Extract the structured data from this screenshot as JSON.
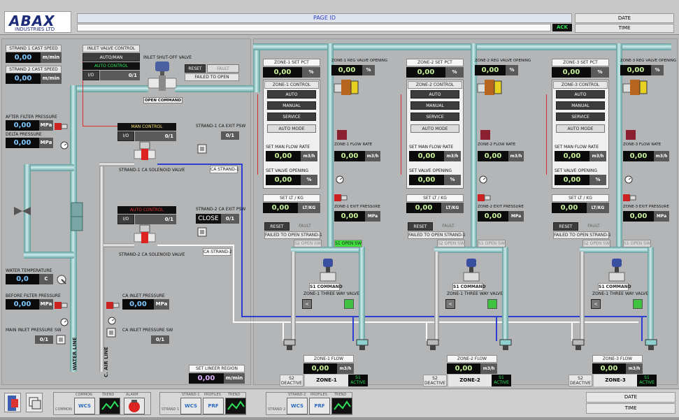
{
  "header": {
    "logo": "ABAX",
    "logo_sub": "INDUSTRIES LTD",
    "page_id_label": "PAGE ID",
    "ack": "ACK",
    "date": "DATE",
    "time": "TIME"
  },
  "left": {
    "s1_speed_label": "STRAND 1 CAST SPEED",
    "s1_speed": "0,00",
    "s1_speed_unit": "m/min",
    "s2_speed_label": "STRAND 2 CAST SPEED",
    "s2_speed": "0,00",
    "s2_speed_unit": "m/min",
    "inlet_valve_ctrl": "INLET VALVE CONTROL",
    "auto_man": "AUTO/MAN",
    "auto_control": "AUTO CONTROL",
    "io": "I/O",
    "zero_one": "0/1",
    "inlet_shutoff": "INLET SHUT-OFF VALVE",
    "reset": "RESET",
    "fault": "FAULT",
    "failed_open": "FAILED TO OPEN",
    "open_command": "OPEN COMMAND",
    "after_filter_label": "AFTER FILTER PRESSURE",
    "after_filter": "0,00",
    "mpa": "MPa",
    "delta_label": "DELTA PRESSURE",
    "delta": "0,00",
    "man_control": "MAN CONTROL",
    "s1_ca_exit": "STRAND-1 CA EXIT PSW",
    "ca_strand1": "CA STRAND-1",
    "s1_solenoid": "STRAND-1 CA SOLENOID VALVE",
    "auto_control2": "AUTO CONTROL",
    "s2_ca_exit": "STRAND-2 CA EXIT PSW",
    "close": "CLOSE",
    "ca_strand2": "CA STRAND-2",
    "s2_solenoid": "STRAND-2 CA SOLENOID VALVE",
    "water_temp_label": "WATER TEMPERATURE",
    "water_temp": "0,0",
    "deg": "C",
    "before_filter_label": "BEFORE FILTER PRESSURE",
    "before_filter": "0,00",
    "main_inlet_sw": "MAIN INLET PRESSURE SW",
    "ca_inlet_p": "CA INLET PRESSURE",
    "ca_inlet_val": "0,00",
    "ca_inlet_sw": "CA INLET PRESSURE SW",
    "water_line": "WATER LINE",
    "c_air_line": "C. AIR LINE",
    "set_lineer": "SET LINEER REGION",
    "lineer_val": "0,00",
    "lineer_unit": "m/min"
  },
  "zones": [
    {
      "set_pct": "ZONE-1 SET PCT",
      "pct": "0,00",
      "pct_unit": "%",
      "reg_open": "ZONE-1 REG VALVE OPENING",
      "reg_val": "0,00",
      "control": "ZONE-1 CONTROL",
      "auto": "AUTO",
      "manual": "MANUAL",
      "service": "SERVICE",
      "auto_mode": "AUTO MODE",
      "flow_rate": "ZONE-1 FLOW RATE",
      "flow_val": "0,00",
      "m3h": "m3/h",
      "set_man_flow": "SET MAN FLOW RATE",
      "man_flow": "0,00",
      "set_valve": "SET VALVE OPENING",
      "valve": "0,00",
      "set_lt": "SET LT / KG",
      "lt": "0,00",
      "ltkg": "LT/KG",
      "exit_p": "ZONE-1 EXIT PRESSURE",
      "exit_val": "0,00",
      "mpa": "MPa",
      "reset": "RESET",
      "fault": "FAULT",
      "failed": "FAILED TO OPEN STRAND-1",
      "s2_open": "S2 OPEN SW",
      "s1_open": "S1 OPEN SW",
      "s1_cmd": "S1 COMMAND",
      "three_way": "ZONE-1 THREE WAY VALVE",
      "lt_btn": "<",
      "flow_lbl": "ZONE-1 FLOW",
      "flow": "0,00",
      "s2": "S2",
      "deactive": "DEACTIVE",
      "zone": "ZONE-1",
      "s1": "S1",
      "active": "ACTIVE"
    },
    {
      "set_pct": "ZONE-2 SET PCT",
      "pct": "0,00",
      "pct_unit": "%",
      "reg_open": "ZONE-2 REG VALVE OPENING",
      "reg_val": "0,00",
      "control": "ZONE-2 CONTROL",
      "auto": "AUTO",
      "manual": "MANUAL",
      "service": "SERVICE",
      "auto_mode": "AUTO MODE",
      "flow_rate": "ZONE-2 FLOW RATE",
      "flow_val": "0,00",
      "m3h": "m3/h",
      "set_man_flow": "SET MAN FLOW RATE",
      "man_flow": "0,00",
      "set_valve": "SET VALVE OPENING",
      "valve": "0,00",
      "set_lt": "SET LT / KG",
      "lt": "0,00",
      "ltkg": "LT/KG",
      "exit_p": "ZONE-2 EXIT PRESSURE",
      "exit_val": "0,00",
      "mpa": "MPa",
      "reset": "RESET",
      "fault": "FAULT",
      "failed": "FAILED TO OPEN STRAND-1",
      "s2_open": "S2 OPEN SW",
      "s1_open": "S1 OPEN SW",
      "s1_cmd": "S1 COMMAND",
      "three_way": "ZONE-1 THREE WAY VALVE",
      "lt_btn": "<",
      "flow_lbl": "ZONE-2 FLOW",
      "flow": "0,00",
      "s2": "S2",
      "deactive": "DEACTIVE",
      "zone": "ZONE-2",
      "s1": "S1",
      "active": "ACTIVE"
    },
    {
      "set_pct": "ZONE-3 SET PCT",
      "pct": "0,00",
      "pct_unit": "%",
      "reg_open": "ZONE-3 REG VALVE OPENING",
      "reg_val": "0,00",
      "control": "ZONE-3 CONTROL",
      "auto": "AUTO",
      "manual": "MANUAL",
      "service": "SERVICE",
      "auto_mode": "AUTO MODE",
      "flow_rate": "ZONE-3 FLOW RATE",
      "flow_val": "0,00",
      "m3h": "m3/h",
      "set_man_flow": "SET MAN FLOW RATE",
      "man_flow": "0,00",
      "set_valve": "SET VALVE OPENING",
      "valve": "0,00",
      "set_lt": "SET LT / KG",
      "lt": "0,00",
      "ltkg": "LT/KG",
      "exit_p": "ZONE-3 EXIT PRESSURE",
      "exit_val": "0,00",
      "mpa": "MPa",
      "reset": "RESET",
      "fault": "FAULT",
      "failed": "FAILED TO OPEN STRAND-1",
      "s2_open": "S2 OPEN SW",
      "s1_open": "S1 OPEN SW",
      "s1_cmd": "S1 COMMAND",
      "three_way": "ZONE-1 THREE WAY VALVE",
      "lt_btn": "<",
      "flow_lbl": "ZONE-3 FLOW",
      "flow": "0,00",
      "s2": "S2",
      "deactive": "DEACTIVE",
      "zone": "ZONE-3",
      "s1": "S1",
      "active": "ACTIVE"
    }
  ],
  "footer": {
    "common": "COMMON",
    "strand1": "STRAND 1",
    "strand2": "STRAND 2",
    "wcs": "WCS",
    "prf": "PRF",
    "trend": "TREND",
    "alarm": "ALARM",
    "profiles": "PROFILES",
    "strand1_small": "STRAND-1",
    "strand2_small": "STRAND-2",
    "date": "DATE",
    "time": "TIME"
  },
  "colors": {
    "pipe": "#8fd0ce",
    "panel": "#f0f0f0",
    "value": "#7ec8ff",
    "active": "#2ee05a"
  }
}
